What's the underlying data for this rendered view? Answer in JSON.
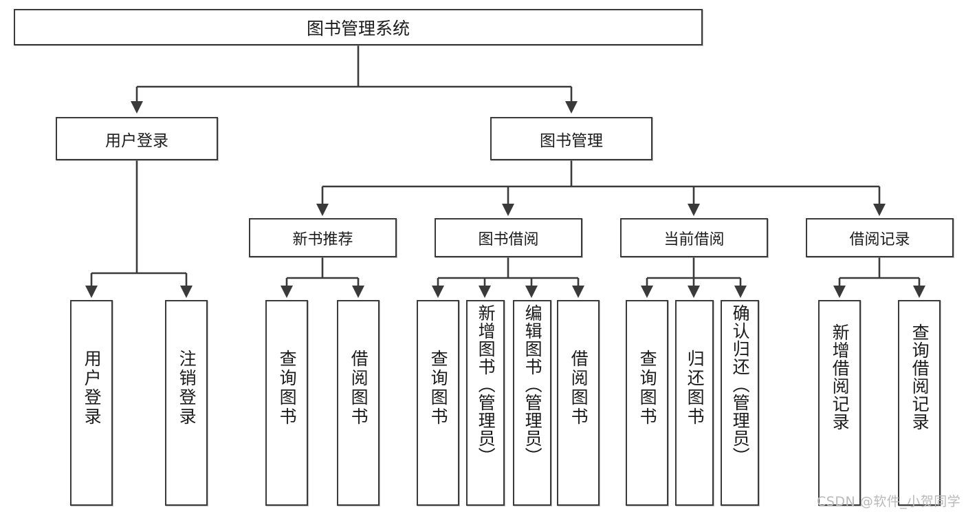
{
  "diagram": {
    "title": "图书管理系统",
    "watermark": "CSDN @软件_小贺同学",
    "colors": {
      "box_border": "#3a3a3a",
      "box_fill": "#ffffff",
      "connector": "#3a3a3a",
      "text": "#1b1b1b",
      "watermark": "#b9b9b9"
    },
    "root": {
      "label": "图书管理系统"
    },
    "level2": [
      {
        "label": "用户登录"
      },
      {
        "label": "图书管理"
      }
    ],
    "level3": [
      {
        "label": "新书推荐"
      },
      {
        "label": "图书借阅"
      },
      {
        "label": "当前借阅"
      },
      {
        "label": "借阅记录"
      }
    ],
    "leaves": {
      "user_login": [
        {
          "label": "用户登录"
        },
        {
          "label": "注销登录"
        }
      ],
      "new_book": [
        {
          "label": "查询图书"
        },
        {
          "label": "借阅图书"
        }
      ],
      "book_borrow": [
        {
          "label": "查询图书"
        },
        {
          "label": "新增图书（管理员）"
        },
        {
          "label": "编辑图书（管理员）"
        },
        {
          "label": "借阅图书"
        }
      ],
      "current_borrow": [
        {
          "label": "查询图书"
        },
        {
          "label": "归还图书"
        },
        {
          "label": "确认归还（管理员）"
        }
      ],
      "borrow_record": [
        {
          "label": "新增借阅记录"
        },
        {
          "label": "查询借阅记录"
        }
      ]
    }
  }
}
